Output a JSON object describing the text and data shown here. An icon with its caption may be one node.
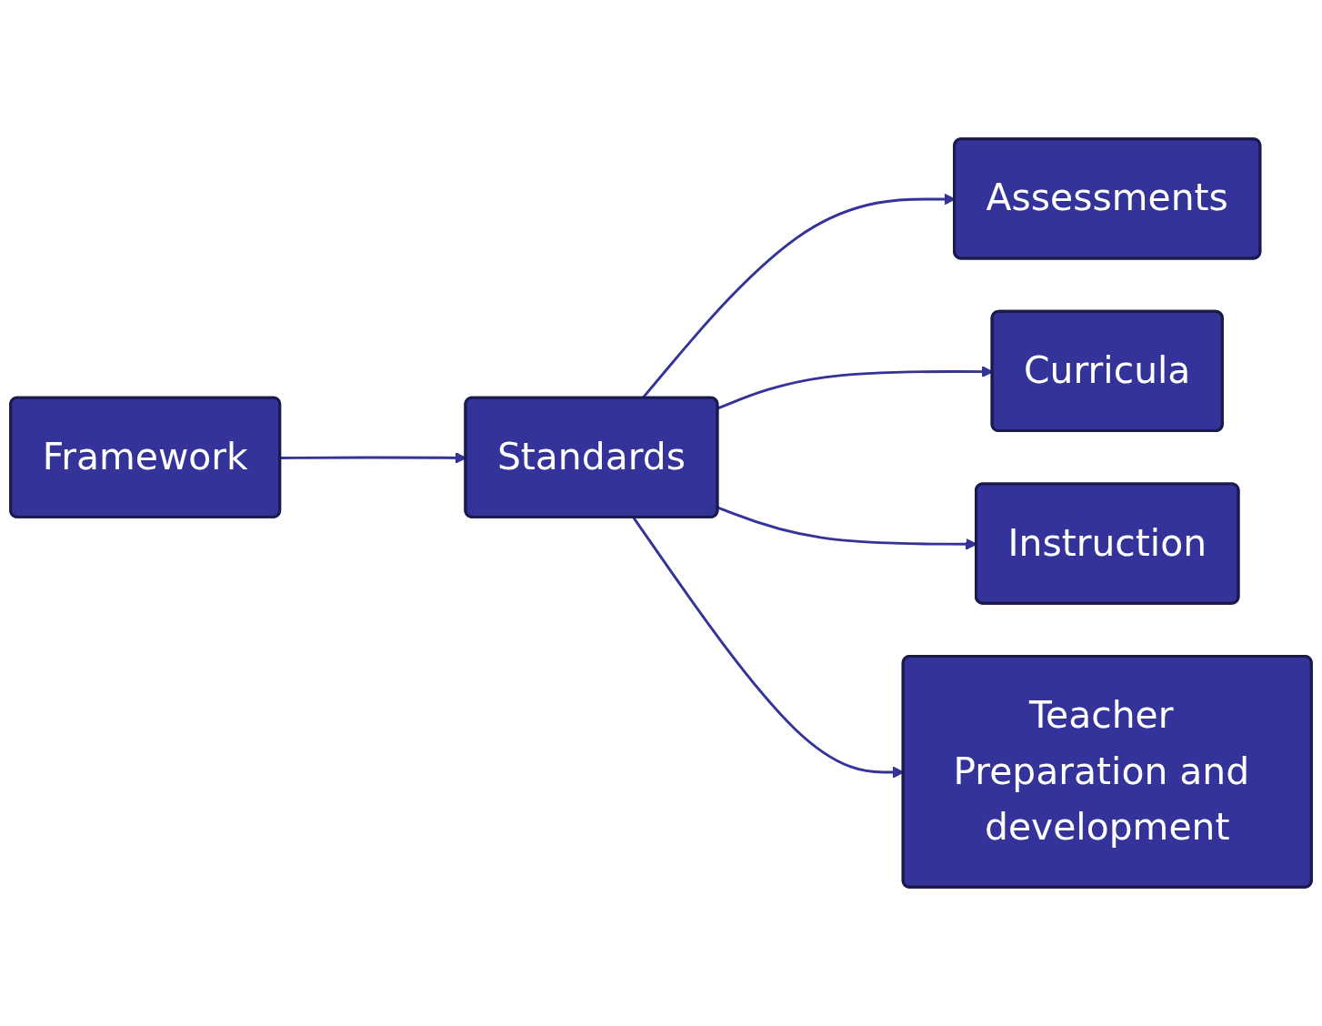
{
  "diagram": {
    "nodes": [
      {
        "text": [
          "Framework"
        ]
      },
      {
        "text": [
          "Standards"
        ]
      },
      {
        "text": [
          "Assessments"
        ]
      },
      {
        "text": [
          "Curricula"
        ]
      },
      {
        "text": [
          "Instruction"
        ]
      },
      {
        "text": [
          "Teacher Preparation and development"
        ]
      }
    ],
    "edges": [
      {
        "from": 0,
        "to": 1,
        "arrow": "to"
      },
      {
        "from": 1,
        "to": 2,
        "arrow": "to"
      },
      {
        "from": 1,
        "to": 3,
        "arrow": "to"
      },
      {
        "from": 1,
        "to": 4,
        "arrow": "to"
      },
      {
        "from": 1,
        "to": 5,
        "arrow": "to"
      }
    ]
  }
}
